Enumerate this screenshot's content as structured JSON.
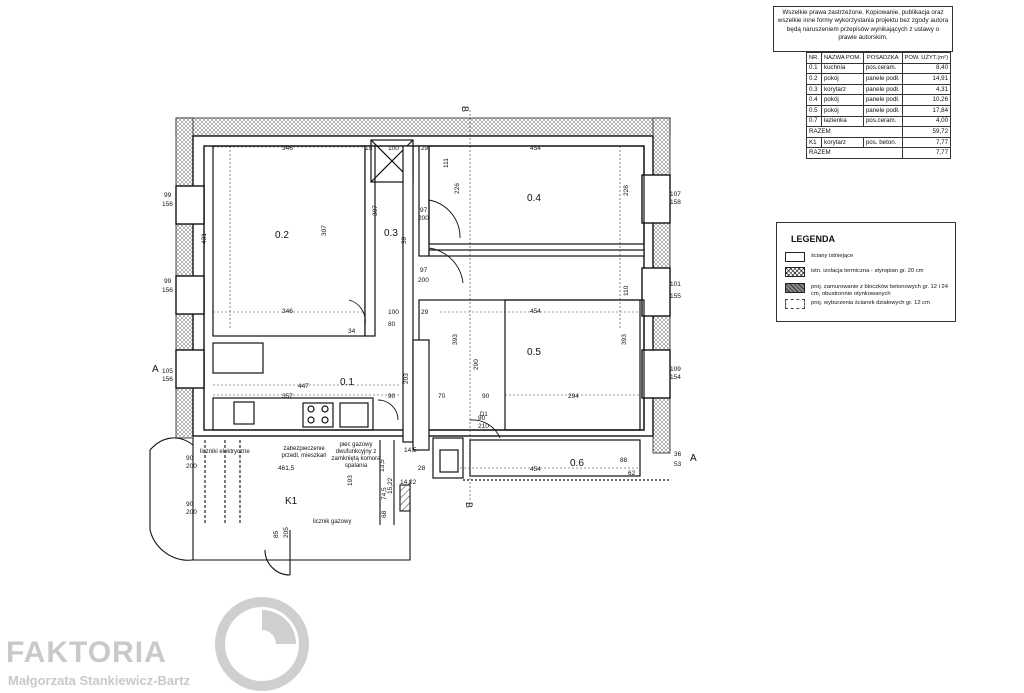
{
  "copyright": "Wszelkie prawa zastrzeżone. Kopiowanie, publikacja oraz wszelkie inne formy wykorzystania projektu bez zgody autora będą naruszeniem przepisów wynikających z ustawy o prawie autorskim.",
  "table": {
    "headers": [
      "NR.",
      "NAZWA POM.",
      "POSADZKA",
      "POW. UŻYT.(m²)"
    ],
    "rows": [
      [
        "0.1",
        "kuchnia",
        "pos.ceram.",
        "8,40"
      ],
      [
        "0.2",
        "pokój",
        "panele podł.",
        "14,91"
      ],
      [
        "0.3",
        "korytarz",
        "panele podł.",
        "4,31"
      ],
      [
        "0.4",
        "pokój",
        "panele podł.",
        "10,26"
      ],
      [
        "0.5",
        "pokój",
        "panele podł.",
        "17,84"
      ],
      [
        "0.7",
        "łazienka",
        "pos.ceram.",
        "4,00"
      ]
    ],
    "razem1": {
      "label": "RAZEM",
      "value": "59,72"
    },
    "k1_row": [
      "K1",
      "korytarz",
      "pos. beton.",
      "7,77"
    ],
    "razem2": {
      "label": "RAZEM",
      "value": "7,77"
    }
  },
  "legend": {
    "title": "LEGENDA",
    "items": [
      "ściany istniejące",
      "istn. izolacja termiczna - styropian gr. 20 cm",
      "proj. zamurowanie z bloczków betonowych gr. 12 i 24 cm, obustronnie otynkowanych",
      "proj. wyburzenia ścianek działowych gr. 12 cm"
    ]
  },
  "rooms": {
    "r01": "0.1",
    "r02": "0.2",
    "r03": "0.3",
    "r04": "0.4",
    "r05": "0.5",
    "r06": "0.6",
    "rK1": "K1"
  },
  "section_marks": {
    "b_top": "B",
    "b_bottom": "B",
    "a_left": "A",
    "a_right": "A"
  },
  "dims": {
    "d346a": "346",
    "d346b": "346",
    "d454a": "454",
    "d454b": "454",
    "d454c": "454",
    "d447": "447",
    "d357": "357",
    "d294": "294",
    "d90a": "90",
    "d90b": "90",
    "d100a": "100",
    "d100b": "100",
    "d15": "15",
    "d29a": "29",
    "d29b": "29",
    "d307a": "307",
    "d307b": "307",
    "d431": "431",
    "d228": "228",
    "d393a": "393",
    "d393b": "393",
    "d290": "290",
    "d203": "203",
    "d193": "193",
    "d70": "70",
    "d80": "80",
    "d34": "34",
    "d97a": "97",
    "d200a": "200",
    "d97b": "97",
    "d200b": "200",
    "d39": "39",
    "d110": "110",
    "d111": "111",
    "d226": "226",
    "d99a": "99",
    "d156a": "156",
    "d99b": "99",
    "d156b": "156",
    "d105": "105",
    "d156c": "156",
    "d107": "107",
    "d158": "158",
    "d101": "101",
    "d155": "155",
    "d109": "109",
    "d154": "154",
    "d36": "36",
    "d53": "53",
    "d145": "14,5",
    "d135": "13,5",
    "d145b": "14,22",
    "d1522": "15,22",
    "d745": "74,5",
    "d68": "68",
    "d4615": "461,5",
    "d90200a": "90",
    "d90200b": "200",
    "d90200c": "90",
    "d90200d": "200",
    "d85": "85",
    "d205": "205",
    "d9021": "90",
    "d210": "210",
    "d28": "28",
    "d88": "88",
    "d62": "62"
  },
  "annotations": {
    "liczniki": "liczniki elektryczne",
    "zabezpieczenie": "zabezpieczenie przedl. mieszkań",
    "piec": "piec gazowy dwufunkcyjny z zamkniętą komorą spalania",
    "licznik_gazowy": "licznik gazowy",
    "d1": "D1"
  },
  "brand": {
    "name": "FAKTORIA",
    "author": "Małgorzata Stankiewicz-Bartz"
  },
  "colors": {
    "ink": "#111111",
    "hatch": "#444444",
    "watermark": "#c9c9c9"
  }
}
